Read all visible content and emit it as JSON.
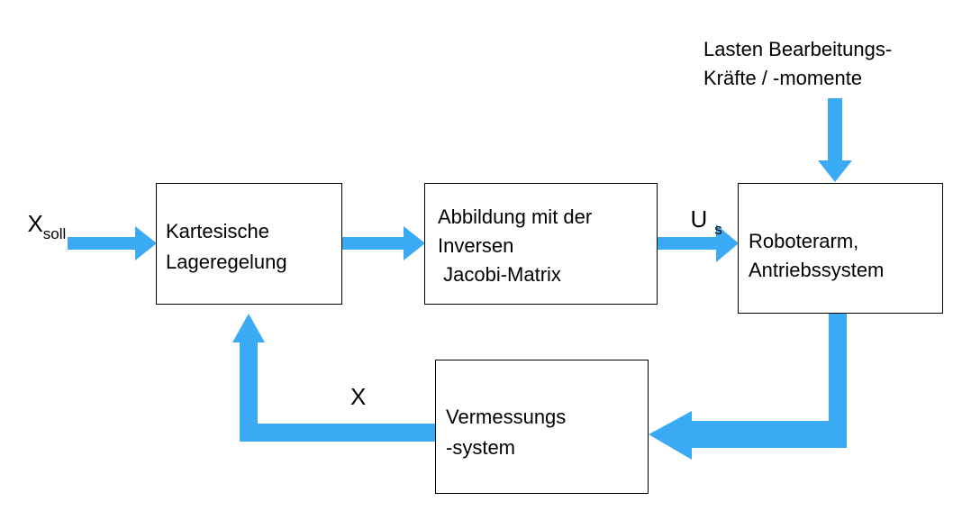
{
  "colors": {
    "arrow": "#3aaaf5",
    "box_border": "#000000"
  },
  "boxes": {
    "controller": {
      "line1": "Kartesische",
      "line2": "Lageregelung"
    },
    "jacobi": {
      "line1": "Abbildung mit der",
      "line2": "Inversen",
      "line3": " Jacobi-Matrix"
    },
    "robot": {
      "line1": "Roboterarm,",
      "line2": "Antriebssystem"
    },
    "measurement": {
      "line1": "Vermessungs",
      "line2": "-system"
    }
  },
  "labels": {
    "setpoint": {
      "main": "X",
      "sub": "soll"
    },
    "control_signal": {
      "main": "U",
      "sub": "s"
    },
    "feedback": "X",
    "disturbance_line1": "Lasten Bearbeitungs-",
    "disturbance_line2": "Kräfte / -momente"
  }
}
